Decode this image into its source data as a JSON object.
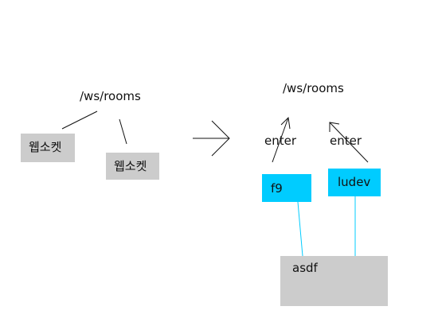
{
  "colors": {
    "gray_box": "#cccccc",
    "cyan_box": "#00ccff",
    "connector_line": "#00ccff",
    "stroke": "#111111"
  },
  "left": {
    "endpoint": "/ws/rooms",
    "socket_a": "웹소켓",
    "socket_b": "웹소켓"
  },
  "right": {
    "endpoint": "/ws/rooms",
    "enter_a": "enter",
    "enter_b": "enter",
    "client_a": "f9",
    "client_b": "ludev",
    "server": "asdf"
  }
}
